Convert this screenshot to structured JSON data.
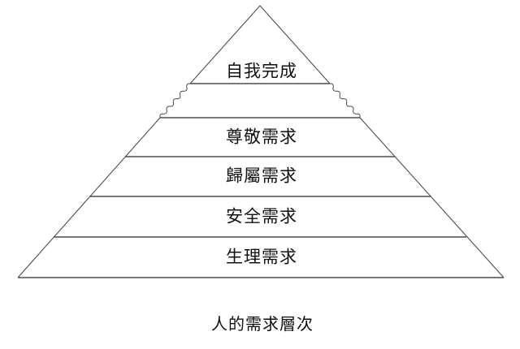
{
  "diagram": {
    "caption": "人的需求層次",
    "levels": [
      {
        "id": "self-actualization",
        "label": "自我完成"
      },
      {
        "id": "esteem",
        "label": "尊敬需求"
      },
      {
        "id": "belonging",
        "label": "歸屬需求"
      },
      {
        "id": "safety",
        "label": "安全需求"
      },
      {
        "id": "physiological",
        "label": "生理需求"
      }
    ],
    "colors": {
      "line": "#4d4d4d",
      "text": "#111111",
      "background": "#ffffff"
    }
  }
}
